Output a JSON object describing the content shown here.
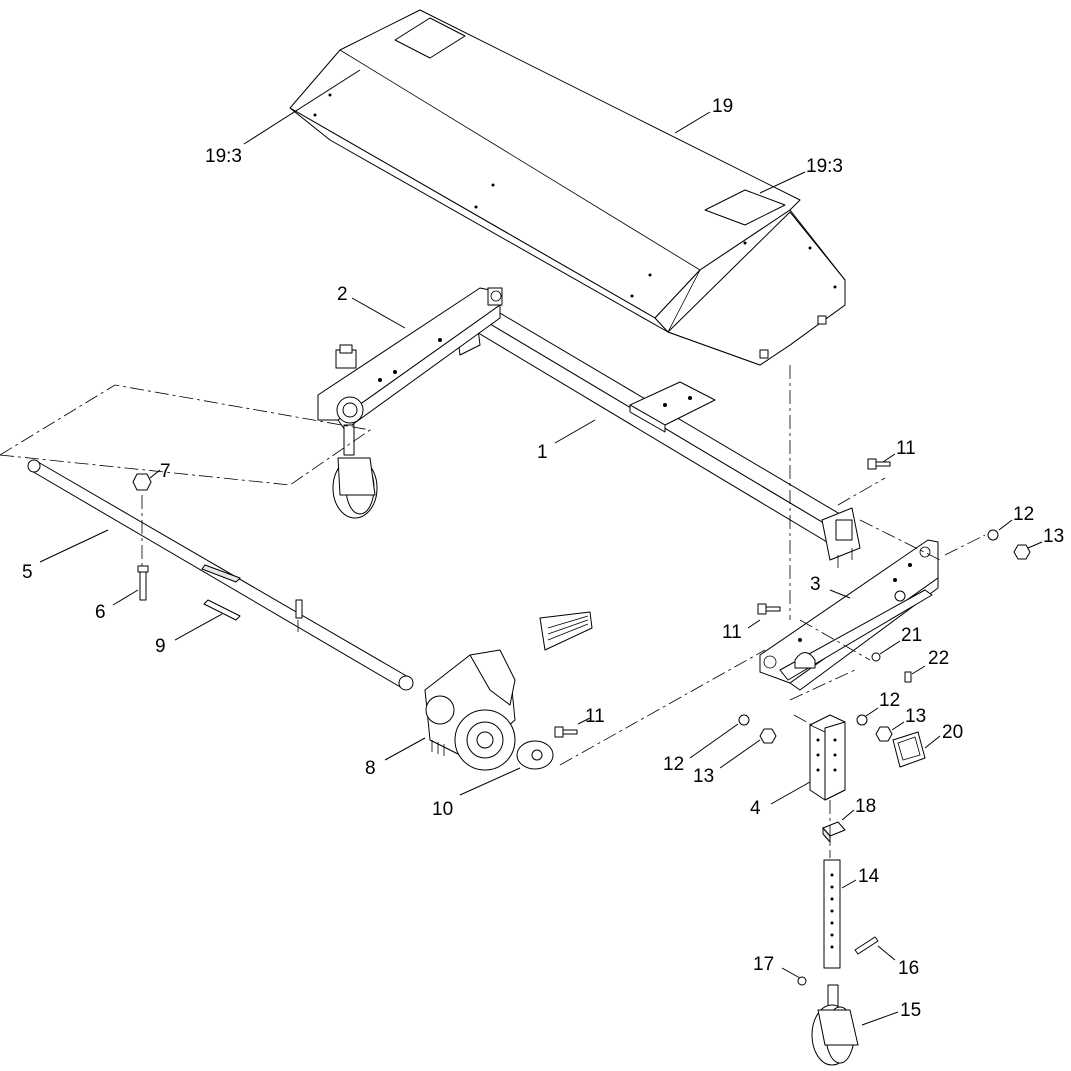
{
  "diagram": {
    "callouts": {
      "c1": "1",
      "c2": "2",
      "c3": "3",
      "c4": "4",
      "c5": "5",
      "c6": "6",
      "c7": "7",
      "c8": "8",
      "c9": "9",
      "c10": "10",
      "c11a": "11",
      "c11b": "11",
      "c11c": "11",
      "c12a": "12",
      "c12b": "12",
      "c12c": "12",
      "c13a": "13",
      "c13b": "13",
      "c13c": "13",
      "c14": "14",
      "c15": "15",
      "c16": "16",
      "c17": "17",
      "c18": "18",
      "c19": "19",
      "c19_3a": "19:3",
      "c19_3b": "19:3",
      "c20": "20",
      "c21": "21",
      "c22": "22"
    }
  }
}
